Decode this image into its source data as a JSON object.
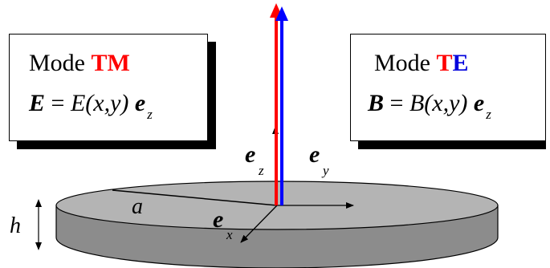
{
  "tm_box": {
    "mode_word": "Mode",
    "mode_name_red": "TM",
    "eq_field": "E",
    "eq_equals": "=",
    "eq_func": "E",
    "eq_args": "(x,y)",
    "eq_vec": "e",
    "eq_sub": "z"
  },
  "te_box": {
    "mode_word": "Mode",
    "mode_name_red": "T",
    "mode_name_blue": "E",
    "eq_field": "B",
    "eq_equals": "=",
    "eq_func": "B",
    "eq_args": "(x,y)",
    "eq_vec": "e",
    "eq_sub": "z"
  },
  "axes": {
    "ez_vec": "e",
    "ez_sub": "z",
    "ey_vec": "e",
    "ey_sub": "y",
    "ex_vec": "e",
    "ex_sub": "x"
  },
  "disc": {
    "radius_label": "a",
    "height_label": "h"
  },
  "colors": {
    "tm_arrow": "#ff0000",
    "te_arrow": "#0000ff",
    "disc_top": "#b4b4b4",
    "disc_side": "#8c8c8c"
  }
}
